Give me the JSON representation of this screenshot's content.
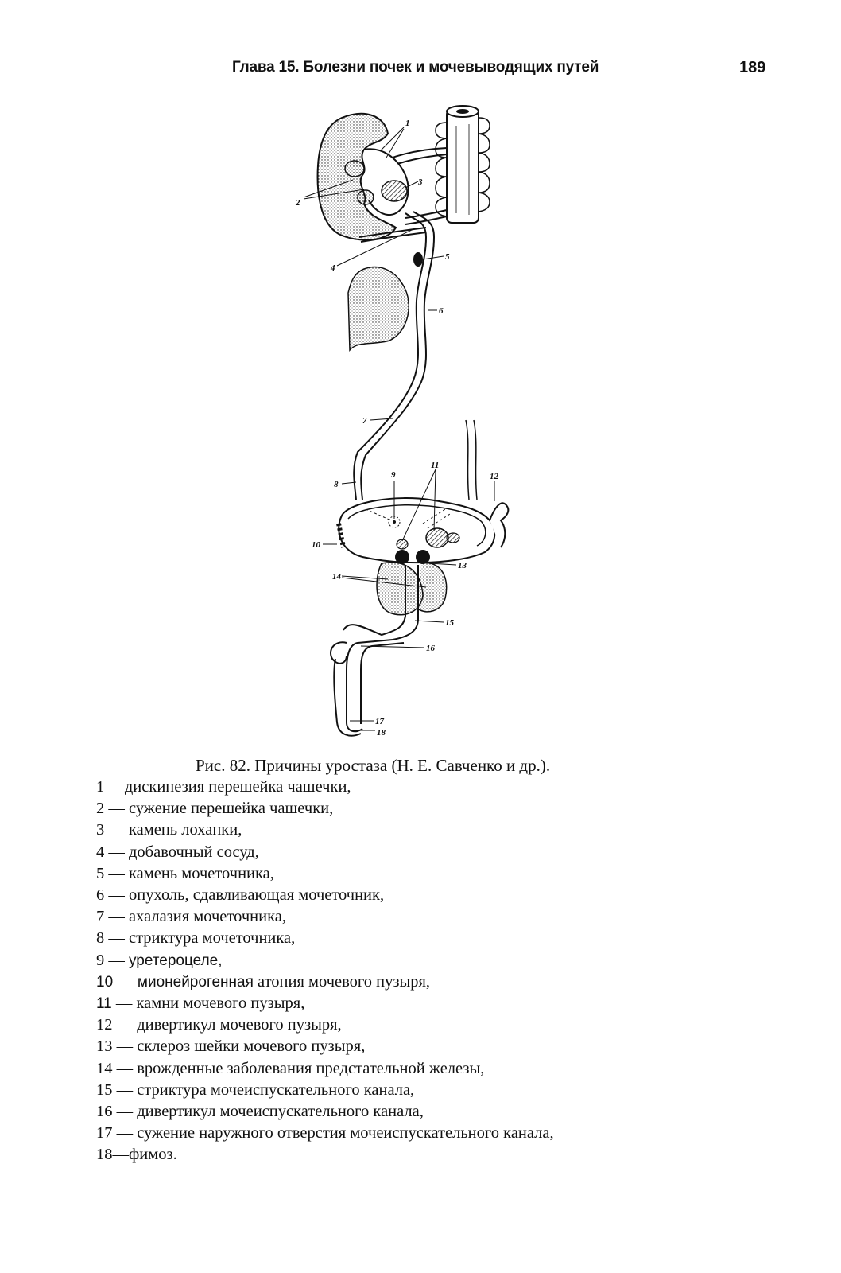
{
  "header": {
    "running_title": "Глава 15. Болезни почек и мочевыводящих путей",
    "page_number": "189"
  },
  "figure": {
    "labels": [
      "1",
      "2",
      "3",
      "4",
      "5",
      "6",
      "7",
      "8",
      "9",
      "10",
      "11",
      "12",
      "13",
      "14",
      "15",
      "16",
      "17",
      "18"
    ]
  },
  "caption": "Рис. 82. Причины уростаза (Н. Е. Савченко и др.).",
  "legend": [
    {
      "num": "1",
      "sep": " —",
      "text": "дискинезия перешейка чашечки,"
    },
    {
      "num": "2",
      "sep": " — ",
      "text": "сужение перешейка чашечки,"
    },
    {
      "num": "3",
      "sep": " — ",
      "text": "камень лоханки,"
    },
    {
      "num": "4",
      "sep": " — ",
      "text": "добавочный сосуд,"
    },
    {
      "num": "5",
      "sep": " — ",
      "text": "камень мочеточника,"
    },
    {
      "num": "6",
      "sep": " — ",
      "text": "опухоль, сдавливающая мочеточник,"
    },
    {
      "num": "7",
      "sep": " — ",
      "text": "ахалазия мочеточника,"
    },
    {
      "num": "8",
      "sep": " — ",
      "text": "стриктура мочеточника,"
    },
    {
      "num": "9",
      "sep": " — ",
      "emph": "уретероцеле,",
      "text": ""
    },
    {
      "num": "10",
      "sep": " — ",
      "emph": "мионейрогенная",
      "text": " атония мочевого пузыря,"
    },
    {
      "num": "11",
      "sep": " — ",
      "text": "камни мочевого пузыря,"
    },
    {
      "num": "12",
      "sep": " — ",
      "text": "дивертикул мочевого пузыря,"
    },
    {
      "num": "13",
      "sep": " — ",
      "text": "склероз шейки мочевого пузыря,"
    },
    {
      "num": "14",
      "sep": " — ",
      "text": "врожденные заболевания предстательной железы,"
    },
    {
      "num": "15",
      "sep": " — ",
      "text": "стриктура мочеиспускательного канала,"
    },
    {
      "num": "16",
      "sep": " — ",
      "text": "дивертикул мочеиспускательного канала,"
    },
    {
      "num": "17",
      "sep": " — ",
      "text": "сужение наружного отверстия мочеиспускательного канала,"
    },
    {
      "num": "18",
      "sep": "—",
      "text": "фимоз."
    }
  ]
}
